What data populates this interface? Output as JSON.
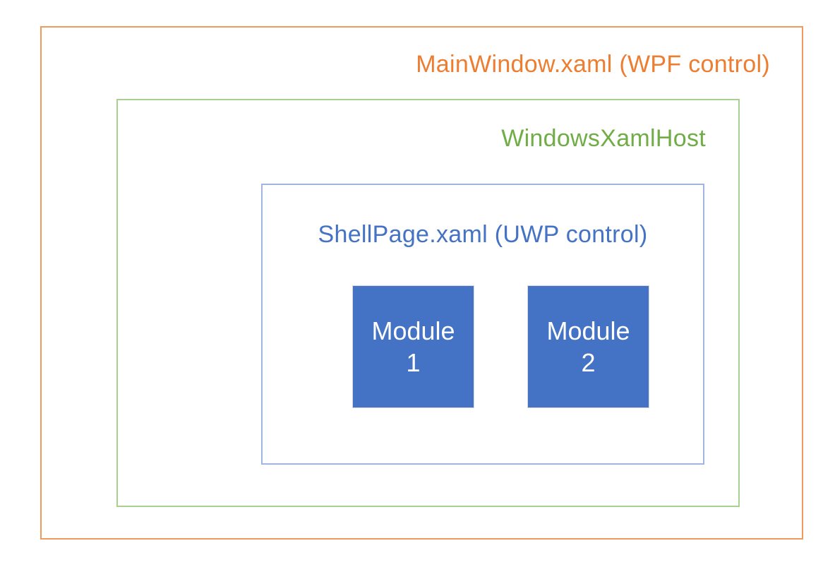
{
  "diagram": {
    "background_color": "#FFFFFF",
    "outer_box": {
      "label": "MainWindow.xaml (WPF control)",
      "text_color": "#ED7D31",
      "border_color": "#F09A5E"
    },
    "host_box": {
      "label": "WindowsXamlHost",
      "text_color": "#70AD47",
      "border_color": "#A9D18E"
    },
    "shell_box": {
      "label": "ShellPage.xaml (UWP control)",
      "text_color": "#4472C4",
      "border_color": "#9FB6E2"
    },
    "modules": [
      {
        "label_line1": "Module",
        "label_line2": "1",
        "fill_color": "#4472C4",
        "text_color": "#FFFFFF",
        "border_color": "#D9D9D9"
      },
      {
        "label_line1": "Module",
        "label_line2": "2",
        "fill_color": "#4472C4",
        "text_color": "#FFFFFF",
        "border_color": "#D9D9D9"
      }
    ]
  }
}
